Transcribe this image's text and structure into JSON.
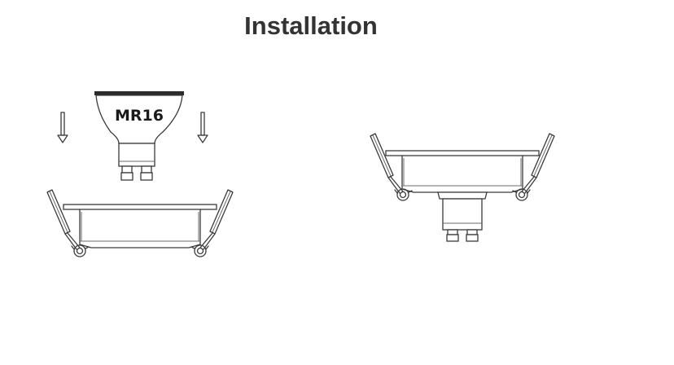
{
  "title": "Installation",
  "bulb_label": "MR16",
  "steps": [
    {
      "name": "insert-bulb",
      "arrows": "down"
    },
    {
      "name": "installed"
    }
  ]
}
